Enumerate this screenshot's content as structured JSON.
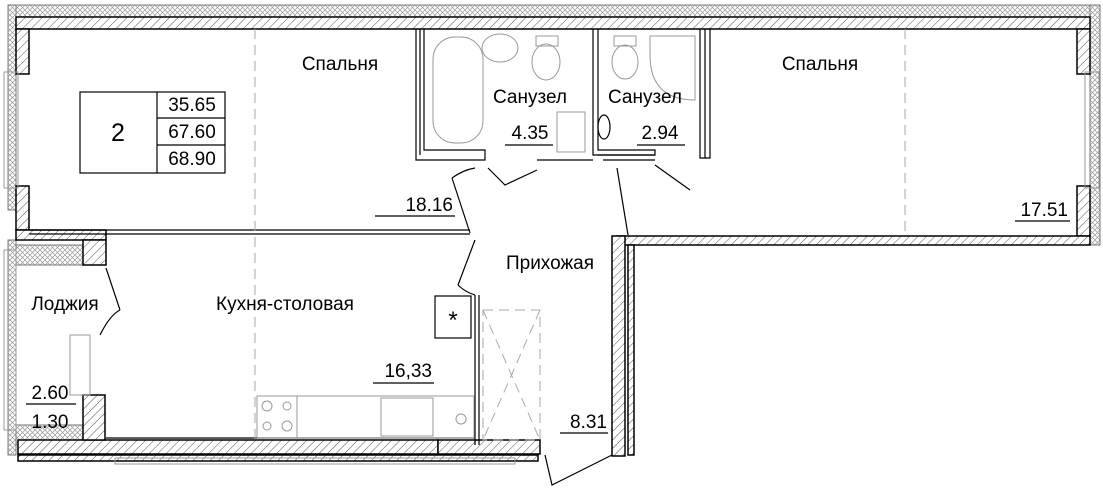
{
  "apartment": {
    "rooms_count": "2",
    "areas": [
      "35.65",
      "67.60",
      "68.90"
    ]
  },
  "rooms": {
    "bedroom_left": {
      "name": "Спальня",
      "area": "18.16"
    },
    "bathroom_1": {
      "name": "Санузел",
      "area": "4.35"
    },
    "bathroom_2": {
      "name": "Санузел",
      "area": "2.94"
    },
    "bedroom_right": {
      "name": "Спальня",
      "area": "17.51"
    },
    "hallway": {
      "name": "Прихожая",
      "area": "8.31"
    },
    "kitchen": {
      "name": "Кухня-столовая",
      "area": "16,33"
    },
    "loggia": {
      "name": "Лоджия",
      "area": "2.60",
      "area_reduced": "1.30"
    }
  },
  "symbols": {
    "ventilation": "*"
  }
}
